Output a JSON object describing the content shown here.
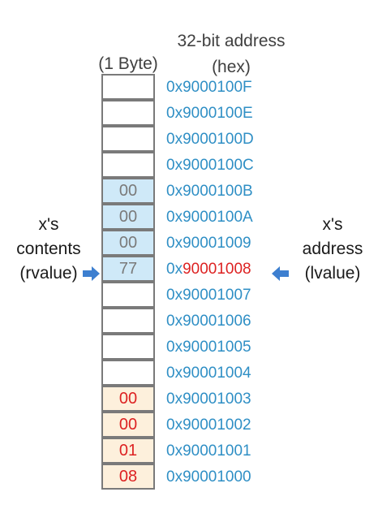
{
  "header": {
    "address_title_line1": "32-bit address",
    "address_title_line2": "(hex)",
    "byte_label": "(1 Byte)"
  },
  "rows": [
    {
      "value": "",
      "address_prefix": "0x",
      "address_main": "9000100F",
      "style": "empty"
    },
    {
      "value": "",
      "address_prefix": "0x",
      "address_main": "9000100E",
      "style": "empty"
    },
    {
      "value": "",
      "address_prefix": "0x",
      "address_main": "9000100D",
      "style": "empty"
    },
    {
      "value": "",
      "address_prefix": "0x",
      "address_main": "9000100C",
      "style": "empty"
    },
    {
      "value": "00",
      "address_prefix": "0x",
      "address_main": "9000100B",
      "style": "blue"
    },
    {
      "value": "00",
      "address_prefix": "0x",
      "address_main": "9000100A",
      "style": "blue"
    },
    {
      "value": "00",
      "address_prefix": "0x",
      "address_main": "90001009",
      "style": "blue"
    },
    {
      "value": "77",
      "address_prefix": "0x",
      "address_main": "90001008",
      "style": "blue",
      "highlight": true
    },
    {
      "value": "",
      "address_prefix": "0x",
      "address_main": "90001007",
      "style": "empty"
    },
    {
      "value": "",
      "address_prefix": "0x",
      "address_main": "90001006",
      "style": "empty"
    },
    {
      "value": "",
      "address_prefix": "0x",
      "address_main": "90001005",
      "style": "empty"
    },
    {
      "value": "",
      "address_prefix": "0x",
      "address_main": "90001004",
      "style": "empty"
    },
    {
      "value": "00",
      "address_prefix": "0x",
      "address_main": "90001003",
      "style": "peach"
    },
    {
      "value": "00",
      "address_prefix": "0x",
      "address_main": "90001002",
      "style": "peach"
    },
    {
      "value": "01",
      "address_prefix": "0x",
      "address_main": "90001001",
      "style": "peach"
    },
    {
      "value": "08",
      "address_prefix": "0x",
      "address_main": "90001000",
      "style": "peach"
    }
  ],
  "left_label": {
    "line1": "x's",
    "line2": "contents",
    "line3": "(rvalue)"
  },
  "right_label": {
    "line1": "x's",
    "line2": "address",
    "line3": "(lvalue)"
  },
  "colors": {
    "address_text": "#2f8fc5",
    "highlight_text": "#dd2222",
    "blue_cell": "#cfe9f8",
    "peach_cell": "#fdf0dc",
    "arrow": "#3d7fd0"
  }
}
